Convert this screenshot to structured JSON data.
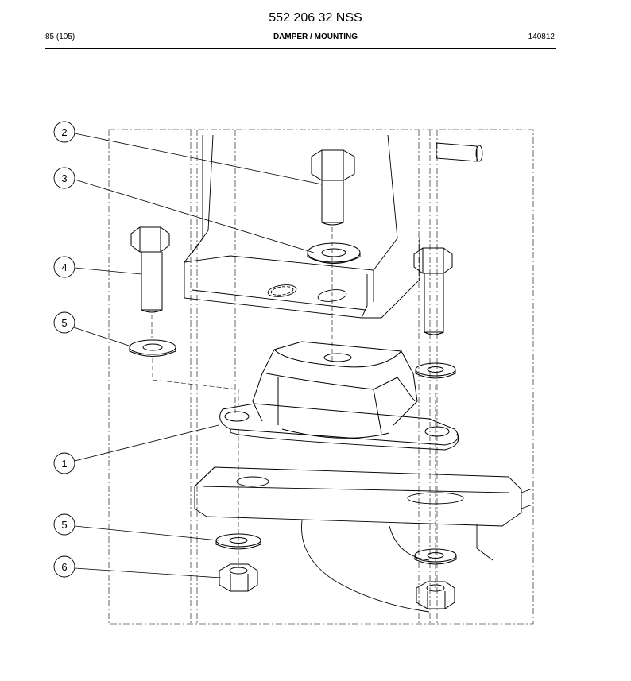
{
  "header": {
    "document_number": "552 206 32 NSS",
    "page_number": "85 (105)",
    "title": "DAMPER / MOUNTING",
    "date_code": "140812"
  },
  "callouts": [
    "2",
    "3",
    "4",
    "5",
    "1",
    "5",
    "6"
  ]
}
